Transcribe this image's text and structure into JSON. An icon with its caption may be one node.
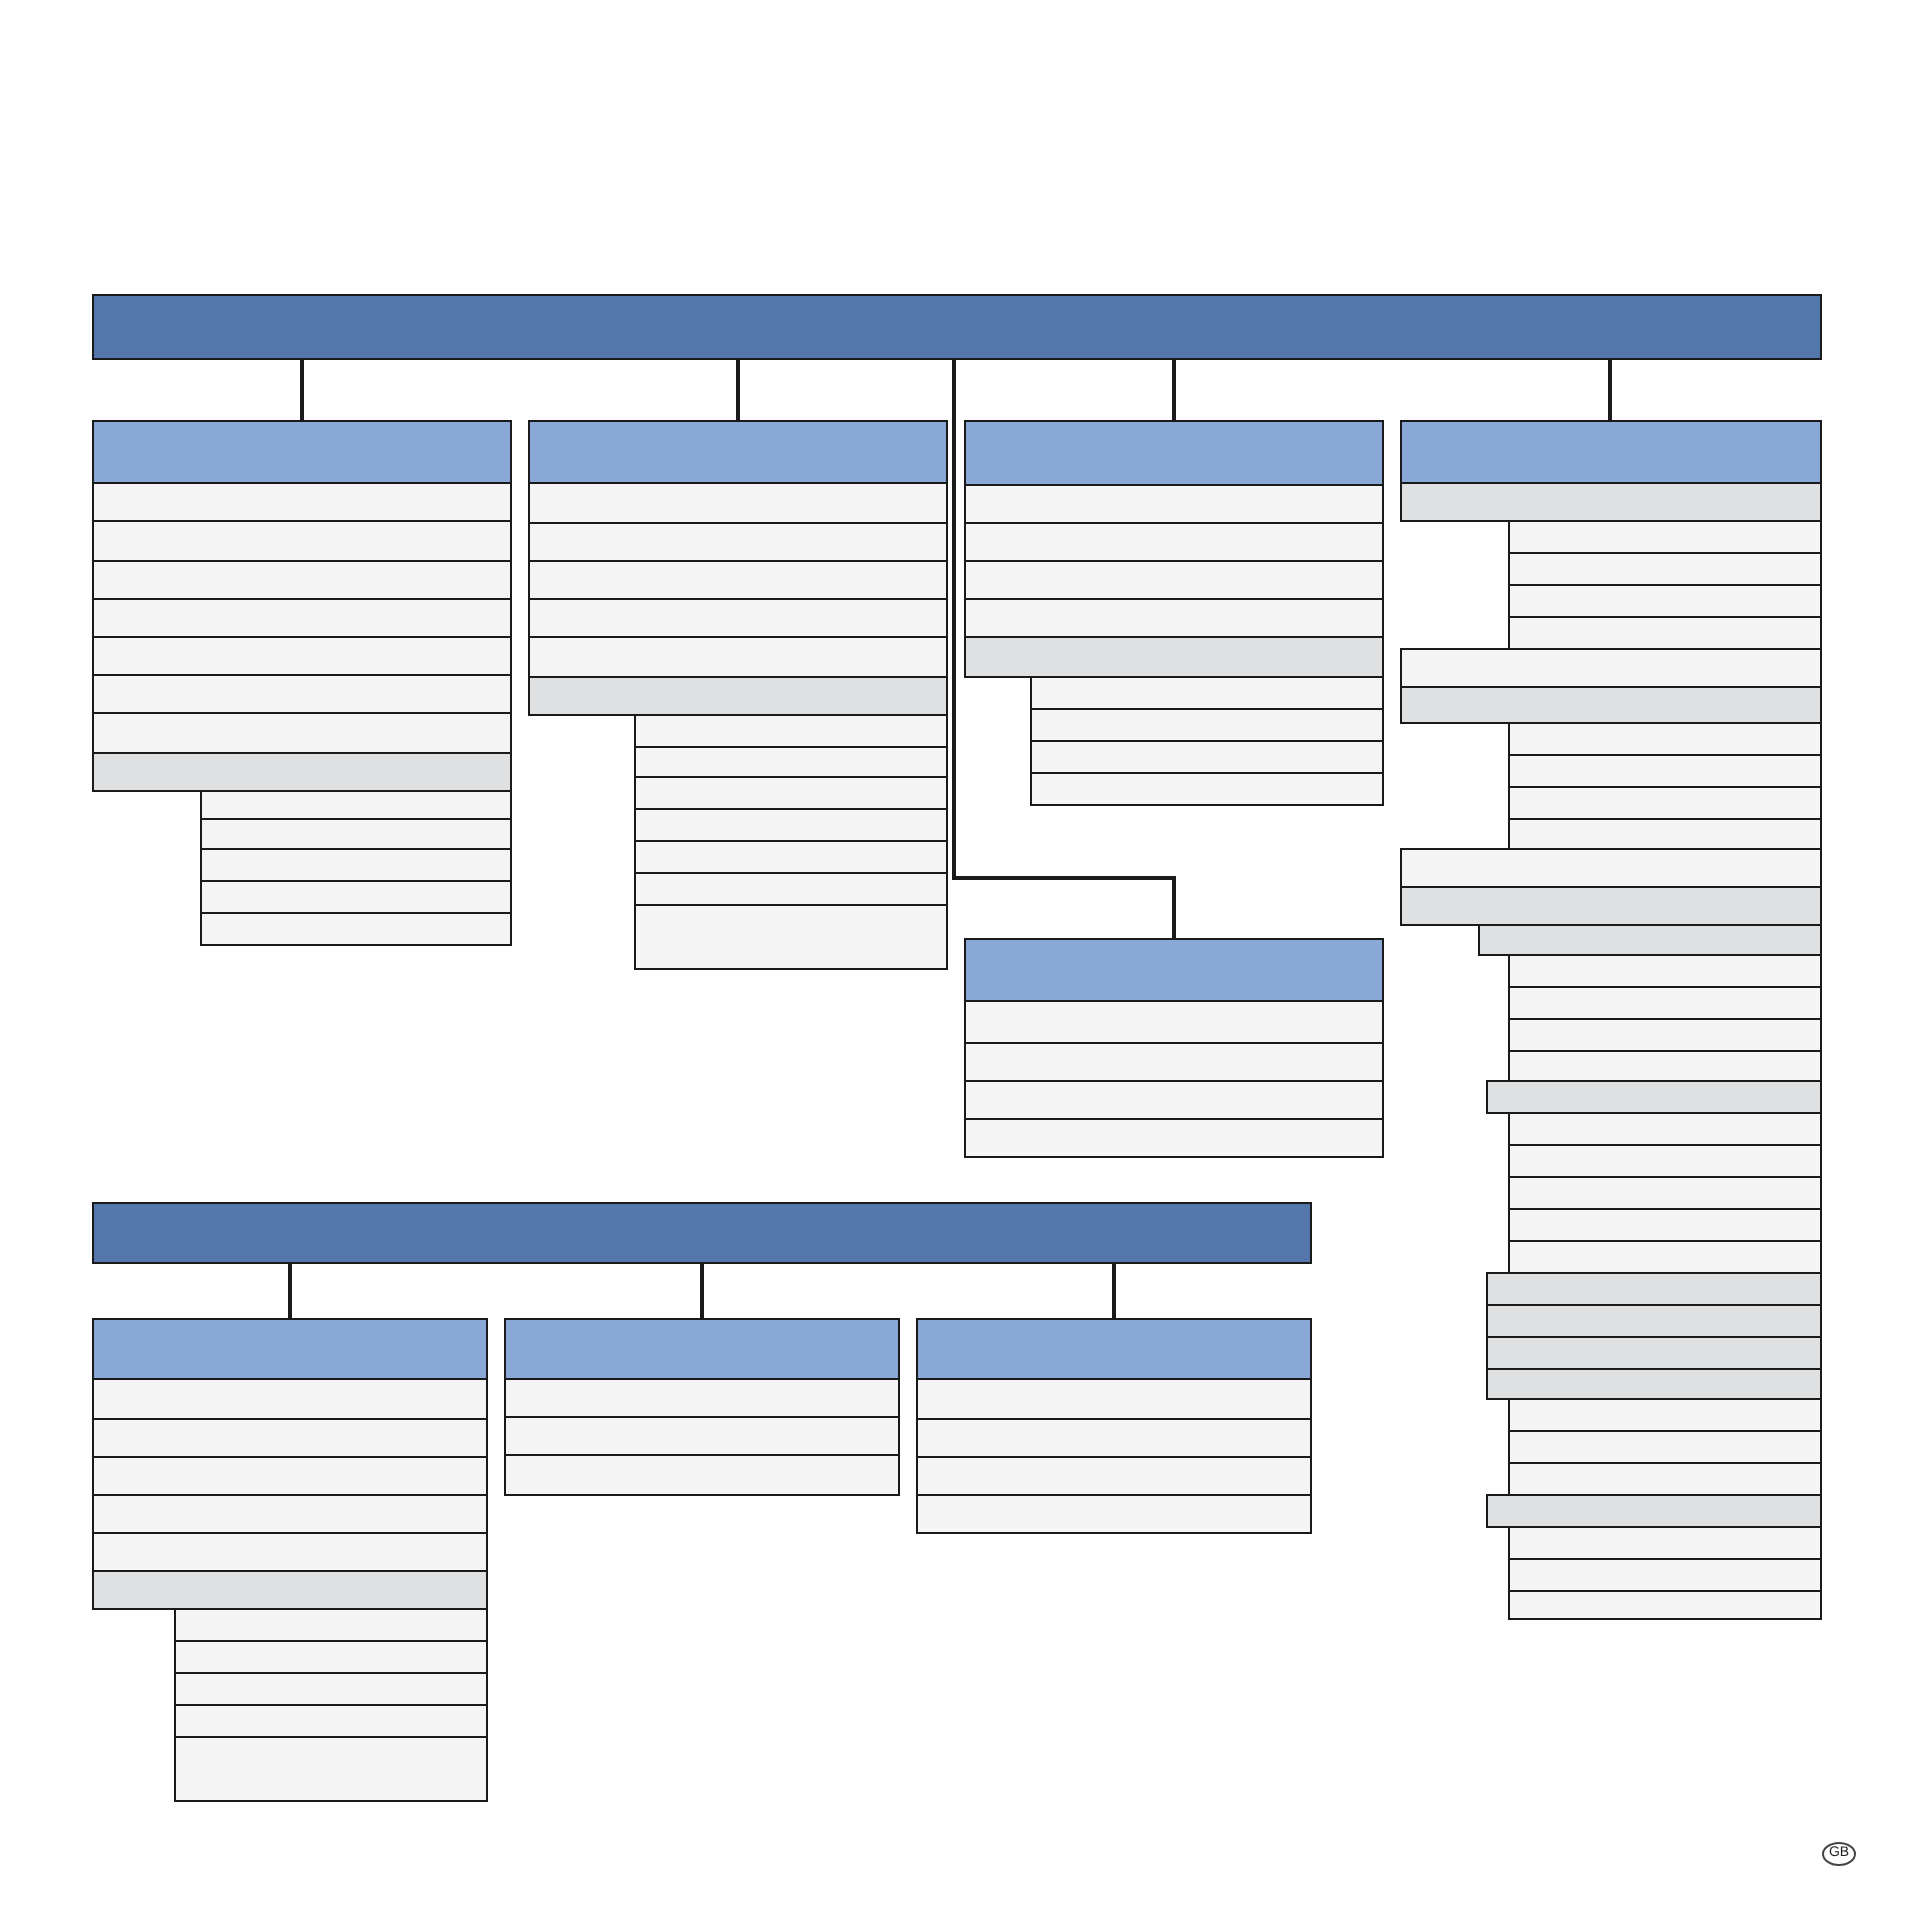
{
  "diagram": {
    "nodes": [
      {
        "text": [],
        "shape": "box"
      },
      {
        "text": [],
        "shape": "box"
      },
      {
        "text": [],
        "shape": "box"
      },
      {
        "text": [],
        "shape": "box"
      },
      {
        "text": [],
        "shape": "box"
      },
      {
        "text": [],
        "shape": "box"
      },
      {
        "text": [],
        "shape": "box"
      },
      {
        "text": [],
        "shape": "box"
      },
      {
        "text": [],
        "shape": "box"
      },
      {
        "text": [],
        "shape": "box"
      },
      {
        "text": [],
        "shape": "box"
      },
      {
        "text": [],
        "shape": "box"
      },
      {
        "text": [],
        "shape": "box"
      },
      {
        "text": [],
        "shape": "box"
      },
      {
        "text": [],
        "shape": "box"
      },
      {
        "text": [],
        "shape": "box"
      },
      {
        "text": [],
        "shape": "box"
      },
      {
        "text": [],
        "shape": "box"
      },
      {
        "text": [],
        "shape": "box"
      },
      {
        "text": [],
        "shape": "box"
      },
      {
        "text": [],
        "shape": "box"
      },
      {
        "text": [],
        "shape": "box"
      },
      {
        "text": [],
        "shape": "box"
      },
      {
        "text": [],
        "shape": "box"
      },
      {
        "text": [],
        "shape": "box"
      },
      {
        "text": [],
        "shape": "box"
      },
      {
        "text": [],
        "shape": "box"
      },
      {
        "text": [],
        "shape": "box"
      },
      {
        "text": [],
        "shape": "box"
      },
      {
        "text": [],
        "shape": "box"
      },
      {
        "text": [],
        "shape": "box"
      },
      {
        "text": [],
        "shape": "box"
      },
      {
        "text": [],
        "shape": "box"
      },
      {
        "text": [],
        "shape": "box"
      },
      {
        "text": [],
        "shape": "box"
      },
      {
        "text": [],
        "shape": "box"
      },
      {
        "text": [],
        "shape": "box"
      },
      {
        "text": [],
        "shape": "box"
      },
      {
        "text": [],
        "shape": "box"
      },
      {
        "text": [],
        "shape": "box"
      },
      {
        "text": [],
        "shape": "box"
      },
      {
        "text": [],
        "shape": "box"
      },
      {
        "text": [],
        "shape": "box"
      },
      {
        "text": [],
        "shape": "box"
      },
      {
        "text": [],
        "shape": "box"
      },
      {
        "text": [],
        "shape": "box"
      },
      {
        "text": [],
        "shape": "box"
      },
      {
        "text": [],
        "shape": "box"
      },
      {
        "text": [],
        "shape": "box"
      },
      {
        "text": [],
        "shape": "box"
      },
      {
        "text": [],
        "shape": "box"
      },
      {
        "text": [],
        "shape": "box"
      },
      {
        "text": [],
        "shape": "box"
      },
      {
        "text": [],
        "shape": "box"
      },
      {
        "text": [],
        "shape": "box"
      },
      {
        "text": [],
        "shape": "box"
      },
      {
        "text": [],
        "shape": "box"
      },
      {
        "text": [],
        "shape": "box"
      },
      {
        "text": [],
        "shape": "box"
      },
      {
        "text": [],
        "shape": "box"
      },
      {
        "text": [],
        "shape": "box"
      },
      {
        "text": [],
        "shape": "box"
      },
      {
        "text": [],
        "shape": "box"
      },
      {
        "text": [],
        "shape": "box"
      },
      {
        "text": [],
        "shape": "box"
      },
      {
        "text": [],
        "shape": "box"
      },
      {
        "text": [],
        "shape": "box"
      },
      {
        "text": [],
        "shape": "box"
      },
      {
        "text": [],
        "shape": "box"
      },
      {
        "text": [],
        "shape": "box"
      },
      {
        "text": [],
        "shape": "box"
      },
      {
        "text": [],
        "shape": "box"
      },
      {
        "text": [],
        "shape": "box"
      },
      {
        "text": [],
        "shape": "box"
      },
      {
        "text": [],
        "shape": "box"
      },
      {
        "text": [],
        "shape": "box"
      },
      {
        "text": [],
        "shape": "box"
      },
      {
        "text": [],
        "shape": "box"
      },
      {
        "text": [],
        "shape": "box"
      },
      {
        "text": [],
        "shape": "box"
      },
      {
        "text": [],
        "shape": "box"
      },
      {
        "text": [],
        "shape": "box"
      },
      {
        "text": [],
        "shape": "box"
      },
      {
        "text": [],
        "shape": "box"
      },
      {
        "text": [],
        "shape": "box"
      },
      {
        "text": [],
        "shape": "box"
      },
      {
        "text": [],
        "shape": "box"
      },
      {
        "text": [],
        "shape": "box"
      },
      {
        "text": [],
        "shape": "box"
      },
      {
        "text": [],
        "shape": "box"
      },
      {
        "text": [],
        "shape": "box"
      },
      {
        "text": [],
        "shape": "box"
      },
      {
        "text": [],
        "shape": "box"
      },
      {
        "text": [],
        "shape": "box"
      },
      {
        "text": [],
        "shape": "box"
      },
      {
        "text": [],
        "shape": "box"
      },
      {
        "text": [],
        "shape": "box"
      },
      {
        "text": [],
        "shape": "box"
      },
      {
        "text": [],
        "shape": "box"
      },
      {
        "text": [],
        "shape": "box"
      },
      {
        "text": [],
        "shape": "box"
      },
      {
        "text": [],
        "shape": "box"
      }
    ],
    "edges": [
      {
        "from": 0,
        "to": 1,
        "arrow": "none"
      },
      {
        "from": 0,
        "to": 15,
        "arrow": "none"
      },
      {
        "from": 0,
        "to": 39,
        "arrow": "none"
      },
      {
        "from": 0,
        "to": 29,
        "arrow": "none"
      },
      {
        "from": 0,
        "to": 44,
        "arrow": "none"
      },
      {
        "from": 80,
        "to": 81,
        "arrow": "none"
      },
      {
        "from": 80,
        "to": 93,
        "arrow": "none"
      },
      {
        "from": 80,
        "to": 97,
        "arrow": "none"
      }
    ],
    "labels": [
      "GB"
    ]
  }
}
